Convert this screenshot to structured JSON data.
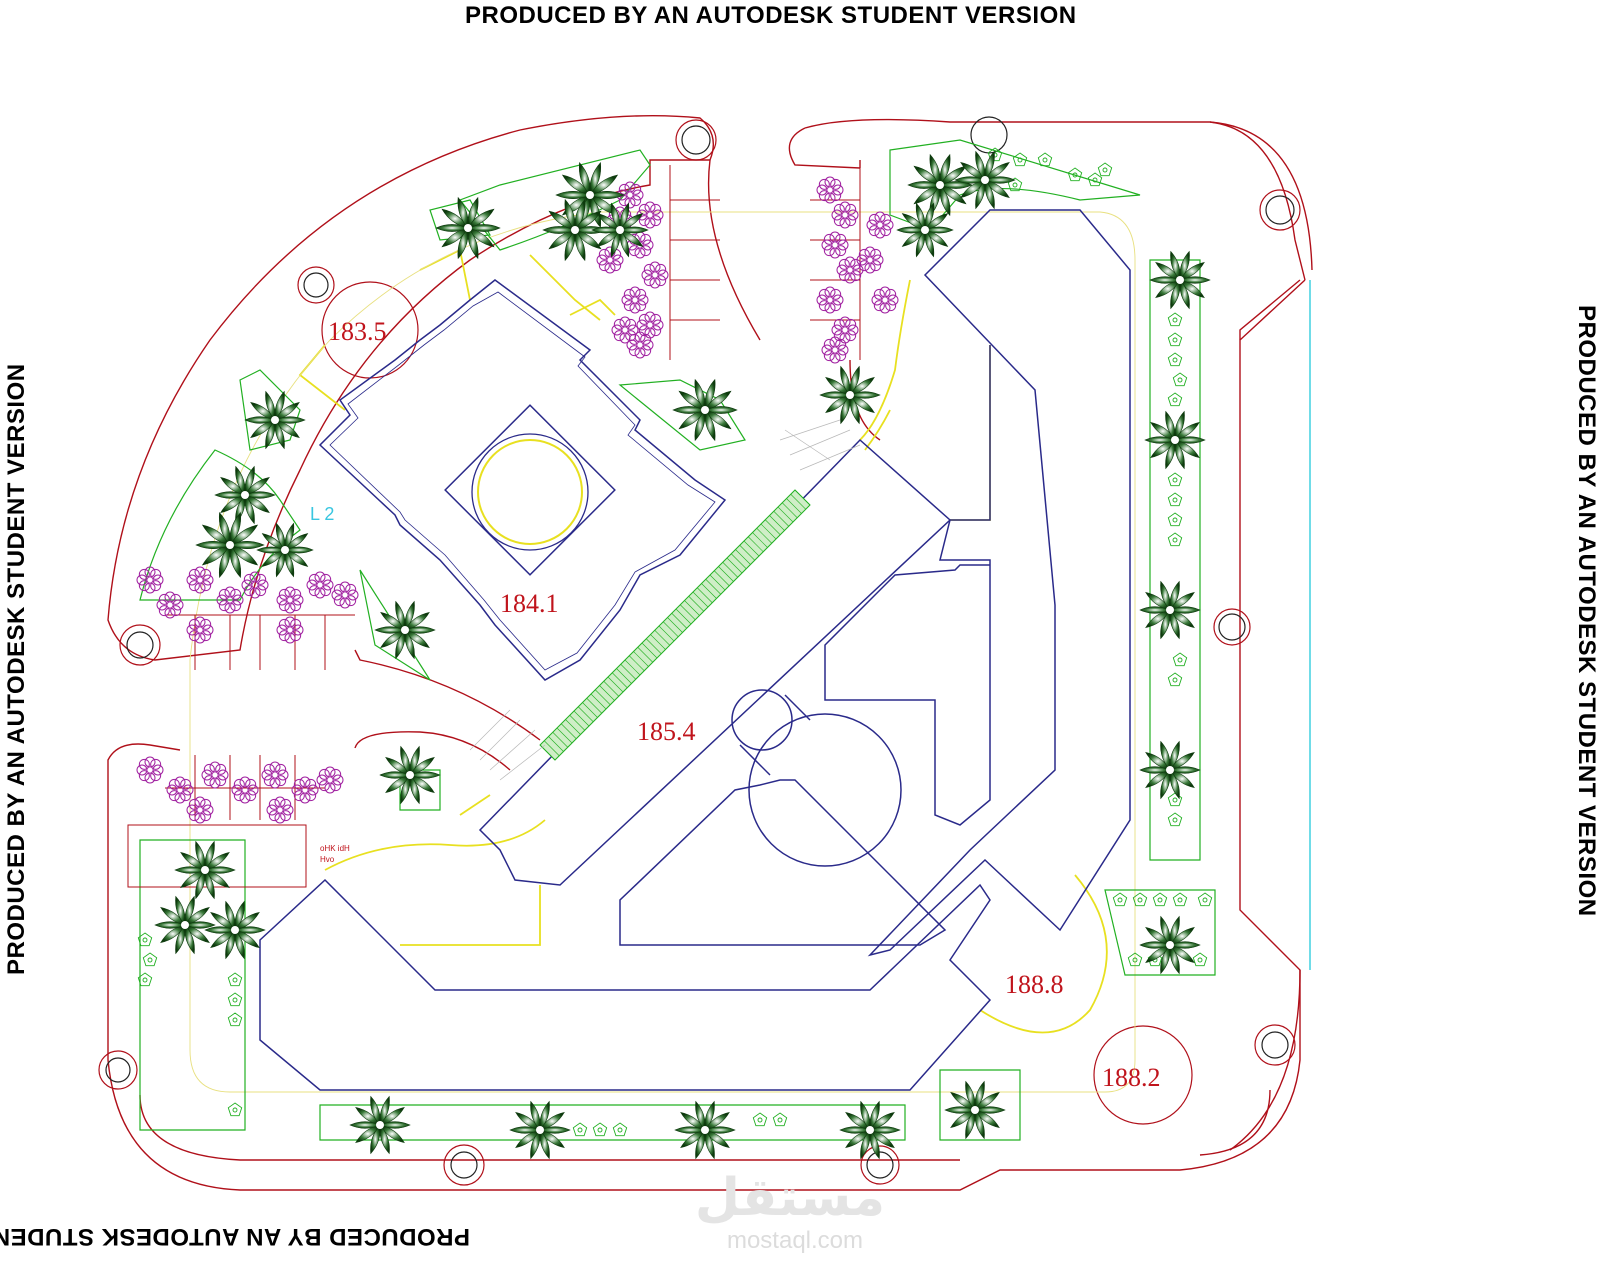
{
  "watermarks": {
    "top": "PRODUCED BY AN AUTODESK STUDENT VERSION",
    "bottom": "PRODUCED BY AN AUTODESK STUDENT VERSION",
    "left": "PRODUCED BY AN AUTODESK STUDENT VERSION",
    "right": "PRODUCED BY AN AUTODESK STUDENT VERSION"
  },
  "elevations": {
    "e1": "183.5",
    "e2": "184.1",
    "e3": "185.4",
    "e4": "188.8",
    "e5": "188.2"
  },
  "labels": {
    "cyan_label": "L 2",
    "small_red": "oHK idH",
    "small_red2": "Hvo"
  },
  "logo": {
    "arabic": "مستقل",
    "domain": "mostaql.com"
  },
  "colors": {
    "boundary": "#b0101a",
    "building": "#2a2a8a",
    "planting": "#22b022",
    "path": "#e8e020",
    "shrub": "#a020a0",
    "elevation_text": "#c0141c",
    "water_edge": "#40d0e0"
  }
}
